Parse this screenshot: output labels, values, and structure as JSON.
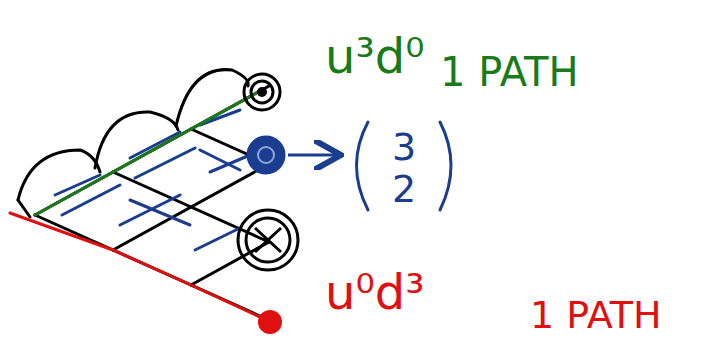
{
  "diagram": {
    "labels": [
      "u³d⁰",
      "1 PATH",
      "3",
      "2",
      "u⁰d³",
      "1 PATH"
    ]
  }
}
